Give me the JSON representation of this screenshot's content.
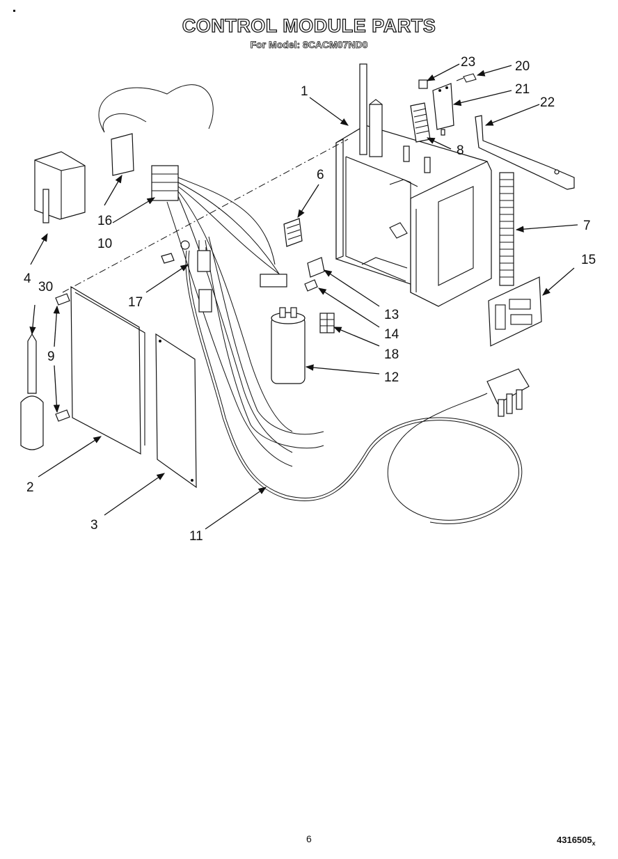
{
  "header": {
    "title": "CONTROL MODULE PARTS",
    "subtitle": "For Model: 8CACM07ND0"
  },
  "callouts": [
    {
      "id": "1",
      "label": "1"
    },
    {
      "id": "2",
      "label": "2"
    },
    {
      "id": "3",
      "label": "3"
    },
    {
      "id": "4",
      "label": "4"
    },
    {
      "id": "6",
      "label": "6"
    },
    {
      "id": "7",
      "label": "7"
    },
    {
      "id": "8",
      "label": "8"
    },
    {
      "id": "9",
      "label": "9"
    },
    {
      "id": "10",
      "label": "10"
    },
    {
      "id": "11",
      "label": "11"
    },
    {
      "id": "12",
      "label": "12"
    },
    {
      "id": "13",
      "label": "13"
    },
    {
      "id": "14",
      "label": "14"
    },
    {
      "id": "15",
      "label": "15"
    },
    {
      "id": "16",
      "label": "16"
    },
    {
      "id": "17",
      "label": "17"
    },
    {
      "id": "18",
      "label": "18"
    },
    {
      "id": "20",
      "label": "20"
    },
    {
      "id": "21",
      "label": "21"
    },
    {
      "id": "22",
      "label": "22"
    },
    {
      "id": "23",
      "label": "23"
    },
    {
      "id": "30",
      "label": "30"
    }
  ],
  "footer": {
    "page_number": "6",
    "document_number": "4316505",
    "document_suffix": "x"
  }
}
